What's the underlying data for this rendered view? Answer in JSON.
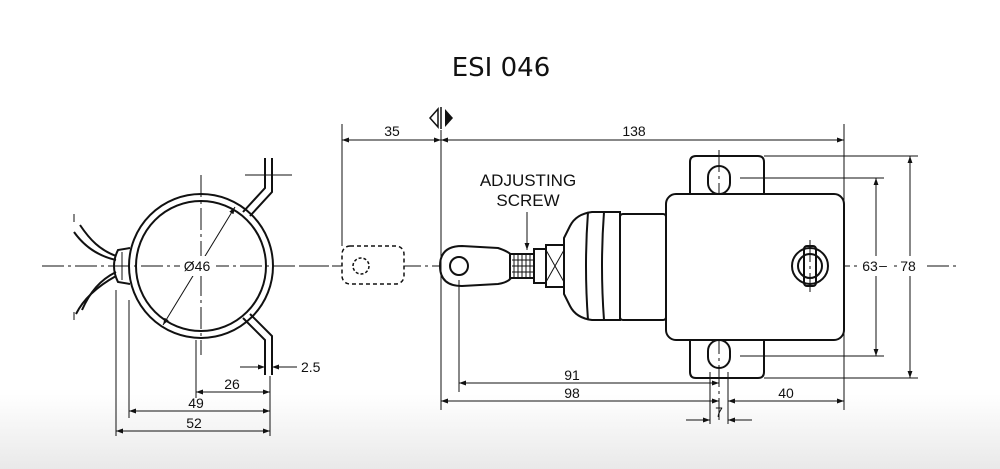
{
  "title": "ESI 046",
  "label_adjusting": "ADJUSTING",
  "label_screw": "SCREW",
  "dimensions": {
    "diameter": "Ø46",
    "d35": "35",
    "d138": "138",
    "d2_5": "2.5",
    "d26": "26",
    "d49": "49",
    "d52": "52",
    "d91": "91",
    "d98": "98",
    "d7": "7",
    "d40": "40",
    "d63": "63",
    "d78": "78"
  }
}
